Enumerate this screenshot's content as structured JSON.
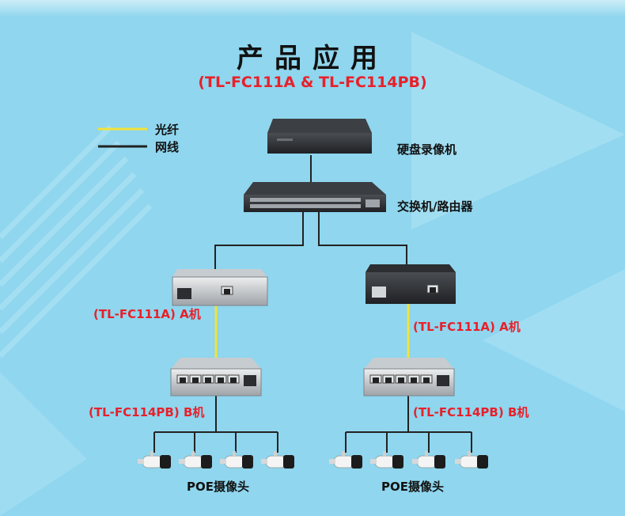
{
  "title": "产品应用",
  "subtitle": "(TL-FC111A & TL-FC114PB)",
  "legend": [
    {
      "label": "光纤",
      "color": "#f2e33a"
    },
    {
      "label": "网线",
      "color": "#222222"
    }
  ],
  "devices": {
    "nvr_label": "硬盘录像机",
    "switch_label": "交换机/路由器",
    "left_a_label": "(TL-FC111A) A机",
    "right_a_label": "(TL-FC111A) A机",
    "left_b_label": "(TL-FC114PB) B机",
    "right_b_label": "(TL-FC114PB) B机",
    "left_cam_label": "POE摄像头",
    "right_cam_label": "POE摄像头"
  },
  "colors": {
    "background": "#8fd6ee",
    "accent_red": "#e8202a",
    "fiber": "#f2e33a",
    "cable": "#222222"
  }
}
